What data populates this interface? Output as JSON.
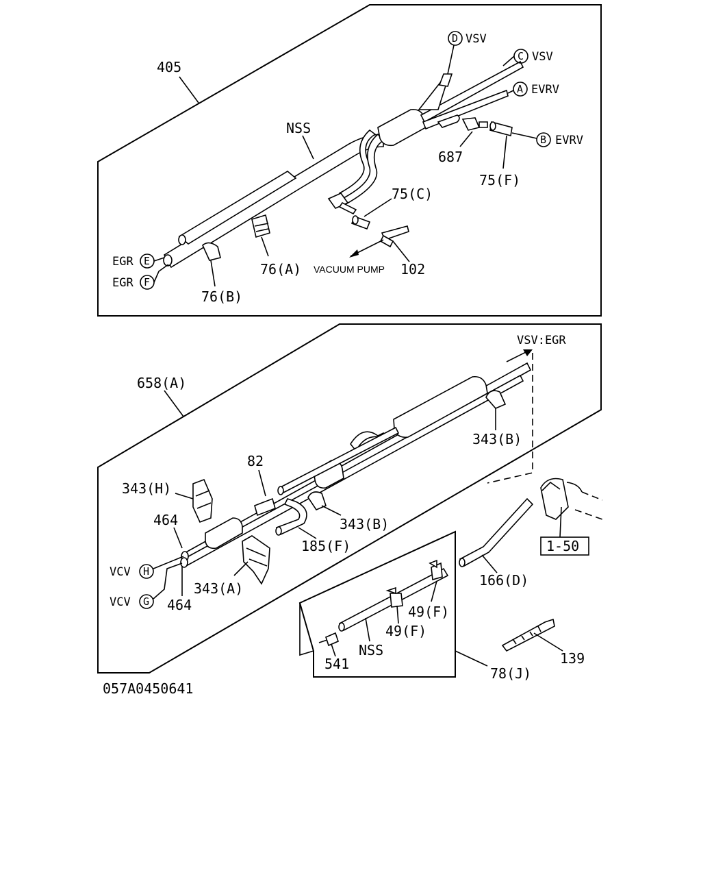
{
  "drawing_code": "057A0450641",
  "upper": {
    "assembly_ref": "405",
    "nss": "NSS",
    "conn_d": {
      "letter": "D",
      "text": "VSV"
    },
    "conn_c": {
      "letter": "C",
      "text": "VSV"
    },
    "conn_a": {
      "letter": "A",
      "text": "EVRV"
    },
    "conn_b": {
      "letter": "B",
      "text": "EVRV"
    },
    "conn_e": {
      "letter": "E",
      "text": "EGR"
    },
    "conn_f": {
      "letter": "F",
      "text": "EGR"
    },
    "p687": "687",
    "p75f": "75(F)",
    "p75c": "75(C)",
    "p102": "102",
    "vacuum": "VACUUM PUMP",
    "p76a": "76(A)",
    "p76b": "76(B)"
  },
  "lower": {
    "assembly_ref": "658(A)",
    "vsv_egr": "VSV:EGR",
    "p343b_top": "343(B)",
    "p82": "82",
    "p343h": "343(H)",
    "p464_top": "464",
    "p343b_mid": "343(B)",
    "p185f": "185(F)",
    "conn_h": {
      "letter": "H",
      "text": "VCV"
    },
    "conn_g": {
      "letter": "G",
      "text": "VCV"
    },
    "p343a": "343(A)",
    "p464_bot": "464",
    "p166d": "166(D)",
    "ref_box": "1-50",
    "p49f_1": "49(F)",
    "p49f_2": "49(F)",
    "nss": "NSS",
    "p541": "541",
    "p78j": "78(J)",
    "p139": "139"
  }
}
